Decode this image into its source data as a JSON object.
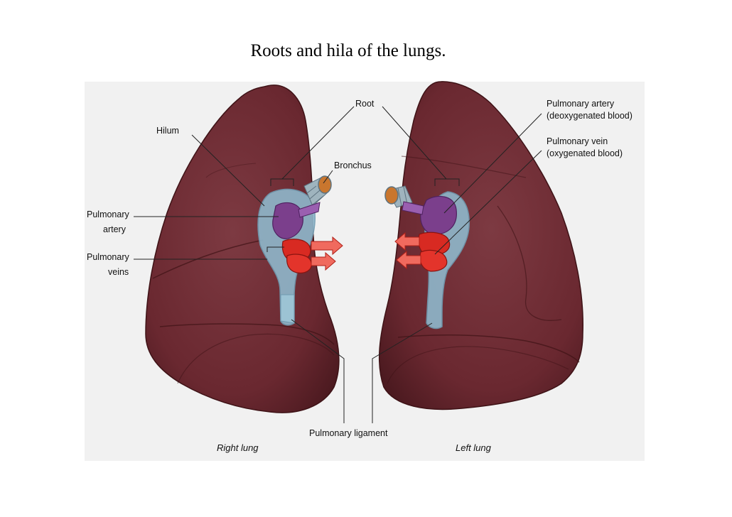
{
  "title": "Roots and hila of the lungs.",
  "labels": {
    "hilum": "Hilum",
    "root": "Root",
    "bronchus": "Bronchus",
    "pulmonary_artery_left_1": "Pulmonary",
    "pulmonary_artery_left_2": "artery",
    "pulmonary_veins_left_1": "Pulmonary",
    "pulmonary_veins_left_2": "veins",
    "pulmonary_artery_right_1": "Pulmonary artery",
    "pulmonary_artery_right_2": "(deoxygenated blood)",
    "pulmonary_vein_right_1": "Pulmonary vein",
    "pulmonary_vein_right_2": "(oxygenated blood)",
    "pulmonary_ligament": "Pulmonary ligament",
    "right_lung": "Right lung",
    "left_lung": "Left lung"
  },
  "colors": {
    "lung": "#6e2b33",
    "lung_dark": "#4a171d",
    "hilum_border": "#8fb8cc",
    "artery": "#7b3f8c",
    "vein": "#d82a22",
    "bronchus": "#9fb4be",
    "panel": "#f1f1f1"
  }
}
